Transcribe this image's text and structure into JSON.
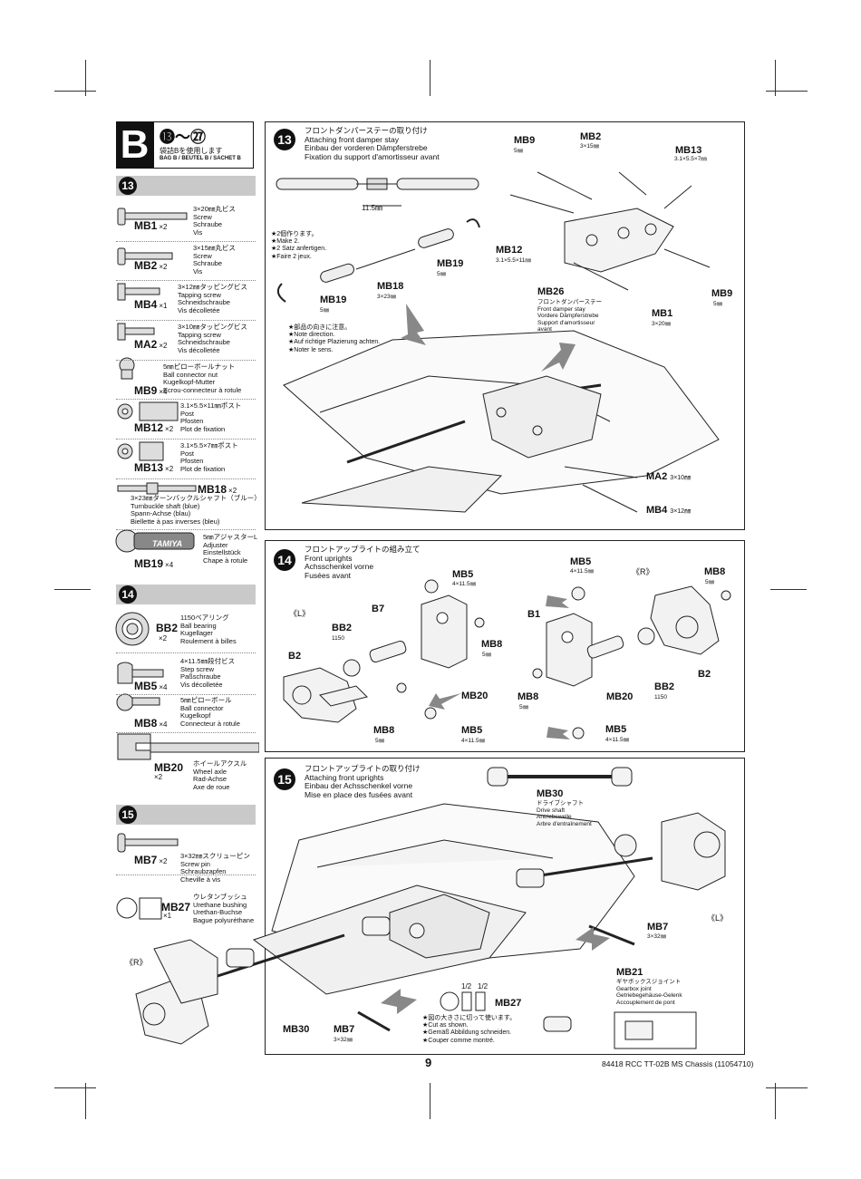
{
  "bag": {
    "letter": "B",
    "steps": "⓭～㉗",
    "jp": "袋詰Bを使用します",
    "label": "BAG B / BEUTEL B / SACHET B"
  },
  "left_steps": [
    "13",
    "14",
    "15"
  ],
  "parts": [
    {
      "code": "MB1",
      "qty": "×2",
      "desc": "3×20㎜丸ビス\nScrew\nSchraube\nVis"
    },
    {
      "code": "MB2",
      "qty": "×2",
      "desc": "3×15㎜丸ビス\nScrew\nSchraube\nVis"
    },
    {
      "code": "MB4",
      "qty": "×1",
      "desc": "3×12㎜タッピングビス\nTapping screw\nSchneidschraube\nVis décolletée"
    },
    {
      "code": "MA2",
      "qty": "×2",
      "desc": "3×10㎜タッピングビス\nTapping screw\nSchneidschraube\nVis décolletée"
    },
    {
      "code": "MB9",
      "qty": "×4",
      "desc": "5㎜ピローボールナット\nBall connector nut\nKugelkopf-Mutter\nEcrou-connecteur à rotule"
    },
    {
      "code": "MB12",
      "qty": "×2",
      "desc": "3.1×5.5×11㎜ポスト\nPost\nPfosten\nPlot de fixation"
    },
    {
      "code": "MB13",
      "qty": "×2",
      "desc": "3.1×5.5×7㎜ポスト\nPost\nPfosten\nPlot de fixation"
    },
    {
      "code": "MB18",
      "qty": "×2",
      "desc": "3×23㎜ターンバックルシャフト（ブルー）\nTurnbuckle shaft (blue)\nSpann-Achse (blau)\nBiellette à pas inverses (bleu)"
    },
    {
      "code": "MB19",
      "qty": "×4",
      "desc": "5㎜アジャスターL\nAdjuster\nEinstellstück\nChape à rotule"
    },
    {
      "code": "BB2",
      "qty": "×2",
      "desc": "1150ベアリング\nBall bearing\nKugellager\nRoulement à billes"
    },
    {
      "code": "MB5",
      "qty": "×4",
      "desc": "4×11.5㎜段付ビス\nStep screw\nPaßschraube\nVis décolletée"
    },
    {
      "code": "MB8",
      "qty": "×4",
      "desc": "5㎜ピローボール\nBall connector\nKugelkopf\nConnecteur à rotule"
    },
    {
      "code": "MB20",
      "qty": "×2",
      "desc": "ホイールアクスル\nWheel axle\nRad-Achse\nAxe de roue"
    },
    {
      "code": "MB7",
      "qty": "×2",
      "desc": "3×32㎜スクリューピン\nScrew pin\nSchraubzapfen\nCheville à vis"
    },
    {
      "code": "MB27",
      "qty": "×1",
      "desc": "ウレタンブッシュ\nUrethane bushing\nUrethan-Buchse\nBague polyuréthane"
    }
  ],
  "adjuster_logo": "TAMIYA",
  "step13": {
    "num": "13",
    "title": "フロントダンパーステーの取り付け\nAttaching front damper stay\nEinbau der vorderen Dämpferstrebe\nFixation du support d'amortisseur avant",
    "dim": "11.5㎜",
    "make2": "★2個作ります。\n★Make 2.\n★2 Satz anfertigen.\n★Faire 2 jeux.",
    "direction": "★部品の向きに注意。\n★Note direction.\n★Auf richtige Plazierung achten.\n★Noter le sens.",
    "labels": {
      "mb9a": "MB9",
      "mb9a_s": "5㎜",
      "mb2": "MB2",
      "mb2_s": "3×15㎜",
      "mb13": "MB13",
      "mb13_s": "3.1×5.5×7㎜",
      "mb12": "MB12",
      "mb12_s": "3.1×5.5×11㎜",
      "mb19a": "MB19",
      "mb19a_s": "5㎜",
      "mb19b": "MB19",
      "mb19b_s": "5㎜",
      "mb18": "MB18",
      "mb18_s": "3×23㎜",
      "mb26": "MB26",
      "mb26_s": "フロントダンパーステー\nFront damper stay\nVordere Dämpferstrebe\nSupport d'amortisseur\navant",
      "mb9b": "MB9",
      "mb9b_s": "5㎜",
      "mb1": "MB1",
      "mb1_s": "3×20㎜",
      "ma2": "MA2",
      "ma2_s": "3×10㎜",
      "mb4": "MB4",
      "mb4_s": "3×12㎜"
    }
  },
  "step14": {
    "num": "14",
    "title": "フロントアップライトの組み立て\nFront uprights\nAchsschenkel vorne\nFusées avant",
    "L": "《L》",
    "R": "《R》",
    "labels": {
      "mb5a": "MB5",
      "mb5a_s": "4×11.5㎜",
      "b7": "B7",
      "bb2a": "BB2",
      "bb2a_s": "1150",
      "b2a": "B2",
      "mb8a": "MB8",
      "mb8a_s": "5㎜",
      "mb20a": "MB20",
      "mb8b": "MB8",
      "mb8b_s": "5㎜",
      "mb5b": "MB5",
      "mb5b_s": "4×11.5㎜",
      "mb5c": "MB5",
      "mb5c_s": "4×11.5㎜",
      "mb8c": "MB8",
      "mb8c_s": "5㎜",
      "b1": "B1",
      "mb8d": "MB8",
      "mb8d_s": "5㎜",
      "mb20b": "MB20",
      "bb2b": "BB2",
      "bb2b_s": "1150",
      "b2b": "B2",
      "mb5d": "MB5",
      "mb5d_s": "4×11.5㎜"
    }
  },
  "step15": {
    "num": "15",
    "title": "フロントアップライトの取り付け\nAttaching front uprights\nEinbau der Achsschenkel vorne\nMise en place des fusées avant",
    "L": "《L》",
    "R": "《R》",
    "cut": "★図の大きさに切って使います。\n★Cut as shown.\n★Gemäß Abbildung schneiden.\n★Couper comme montré.",
    "half1": "1/2",
    "half2": "1/2",
    "labels": {
      "mb30a": "MB30",
      "mb30a_s": "ドライブシャフト\nDrive shaft\nAntriebswelle\nArbre d'entraînement",
      "mb7a": "MB7",
      "mb7a_s": "3×32㎜",
      "mb21": "MB21",
      "mb21_s": "ギヤボックスジョイント\nGearbox joint\nGetriebegehäuse-Gelenk\nAccouplement de pont",
      "mb27": "MB27",
      "mb30b": "MB30",
      "mb7b": "MB7",
      "mb7b_s": "3×32㎜"
    }
  },
  "footer": {
    "page": "9",
    "code": "84418 RCC TT-02B MS Chassis (11054710)"
  }
}
